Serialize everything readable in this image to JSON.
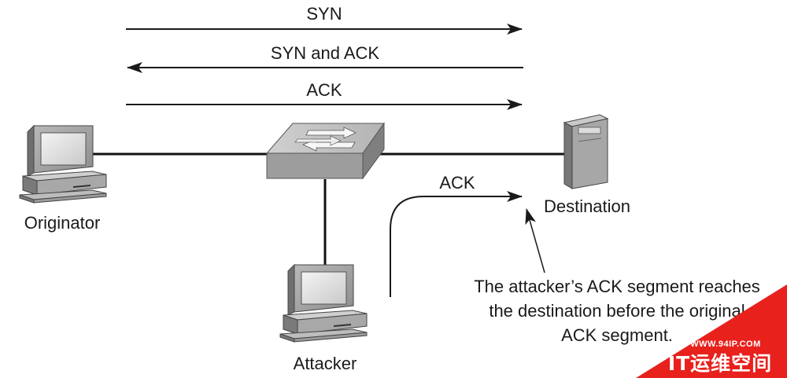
{
  "diagram": {
    "messages": {
      "syn": "SYN",
      "syn_ack": "SYN and ACK",
      "ack": "ACK",
      "attacker_ack": "ACK"
    },
    "nodes": {
      "originator": "Originator",
      "destination": "Destination",
      "attacker": "Attacker"
    },
    "caption": {
      "line1": "The attacker’s ACK segment reaches",
      "line2": "the destination before the original",
      "line3": "ACK segment."
    }
  },
  "watermark": {
    "url": "WWW.94IP.COM",
    "brand": "IT运维空间",
    "color": "#e8211d"
  }
}
